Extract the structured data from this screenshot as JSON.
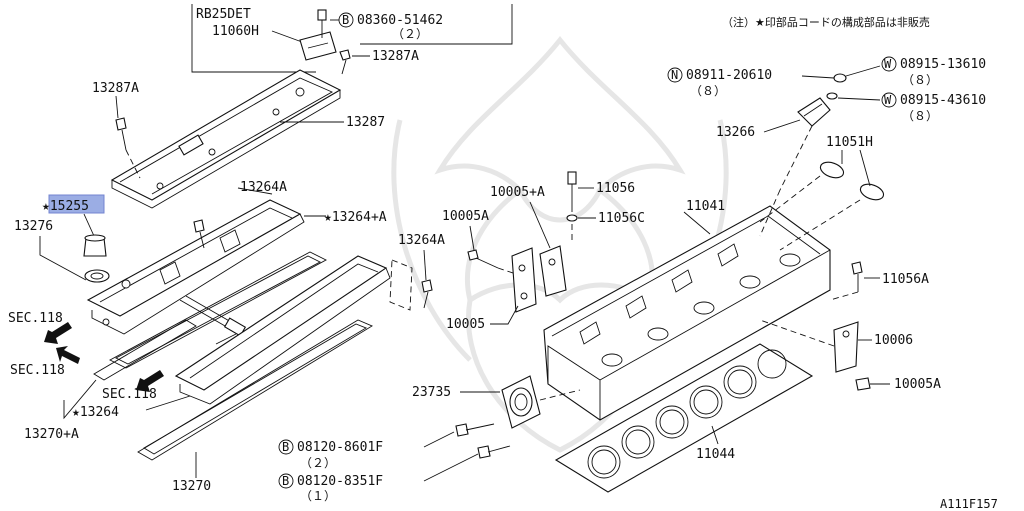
{
  "note": "（注）★印部品コードの構成部品は非販売",
  "figure_code": "A111F157",
  "inset": {
    "engine": "RB25DET",
    "part": "11060H"
  },
  "callouts": {
    "p08360": {
      "prefix": "B",
      "code": "08360-51462",
      "qty": "（２）"
    },
    "p13287A_top": "13287A",
    "p13287A_left": "13287A",
    "p13287": "13287",
    "p15255": "★15255",
    "p13276": "13276",
    "p13264A_top": "13264A",
    "p13264pA": "★13264+A",
    "p13264A_mid": "13264A",
    "p10005pA": "10005+A",
    "p10005A_left": "10005A",
    "p11056": "11056",
    "p11056C": "11056C",
    "p10005": "10005",
    "p11041": "11041",
    "p11051H": "11051H",
    "p11056A": "11056A",
    "p10006": "10006",
    "p10005A_right": "10005A",
    "p11044": "11044",
    "p23735": "23735",
    "p13266": "13266",
    "p08911": {
      "prefix": "N",
      "code": "08911-20610",
      "qty": "（８）"
    },
    "p08915_a": {
      "prefix": "W",
      "code": "08915-13610",
      "qty": "（８）"
    },
    "p08915_b": {
      "prefix": "W",
      "code": "08915-43610",
      "qty": "（８）"
    },
    "p08120_a": {
      "prefix": "B",
      "code": "08120-8601F",
      "qty": "（２）"
    },
    "p08120_b": {
      "prefix": "B",
      "code": "08120-8351F",
      "qty": "（１）"
    },
    "sec1": "SEC.118",
    "sec2": "SEC.118",
    "sec3": "SEC.118",
    "p13264": "★13264",
    "p13270pA": "13270+A",
    "p13270": "13270"
  }
}
